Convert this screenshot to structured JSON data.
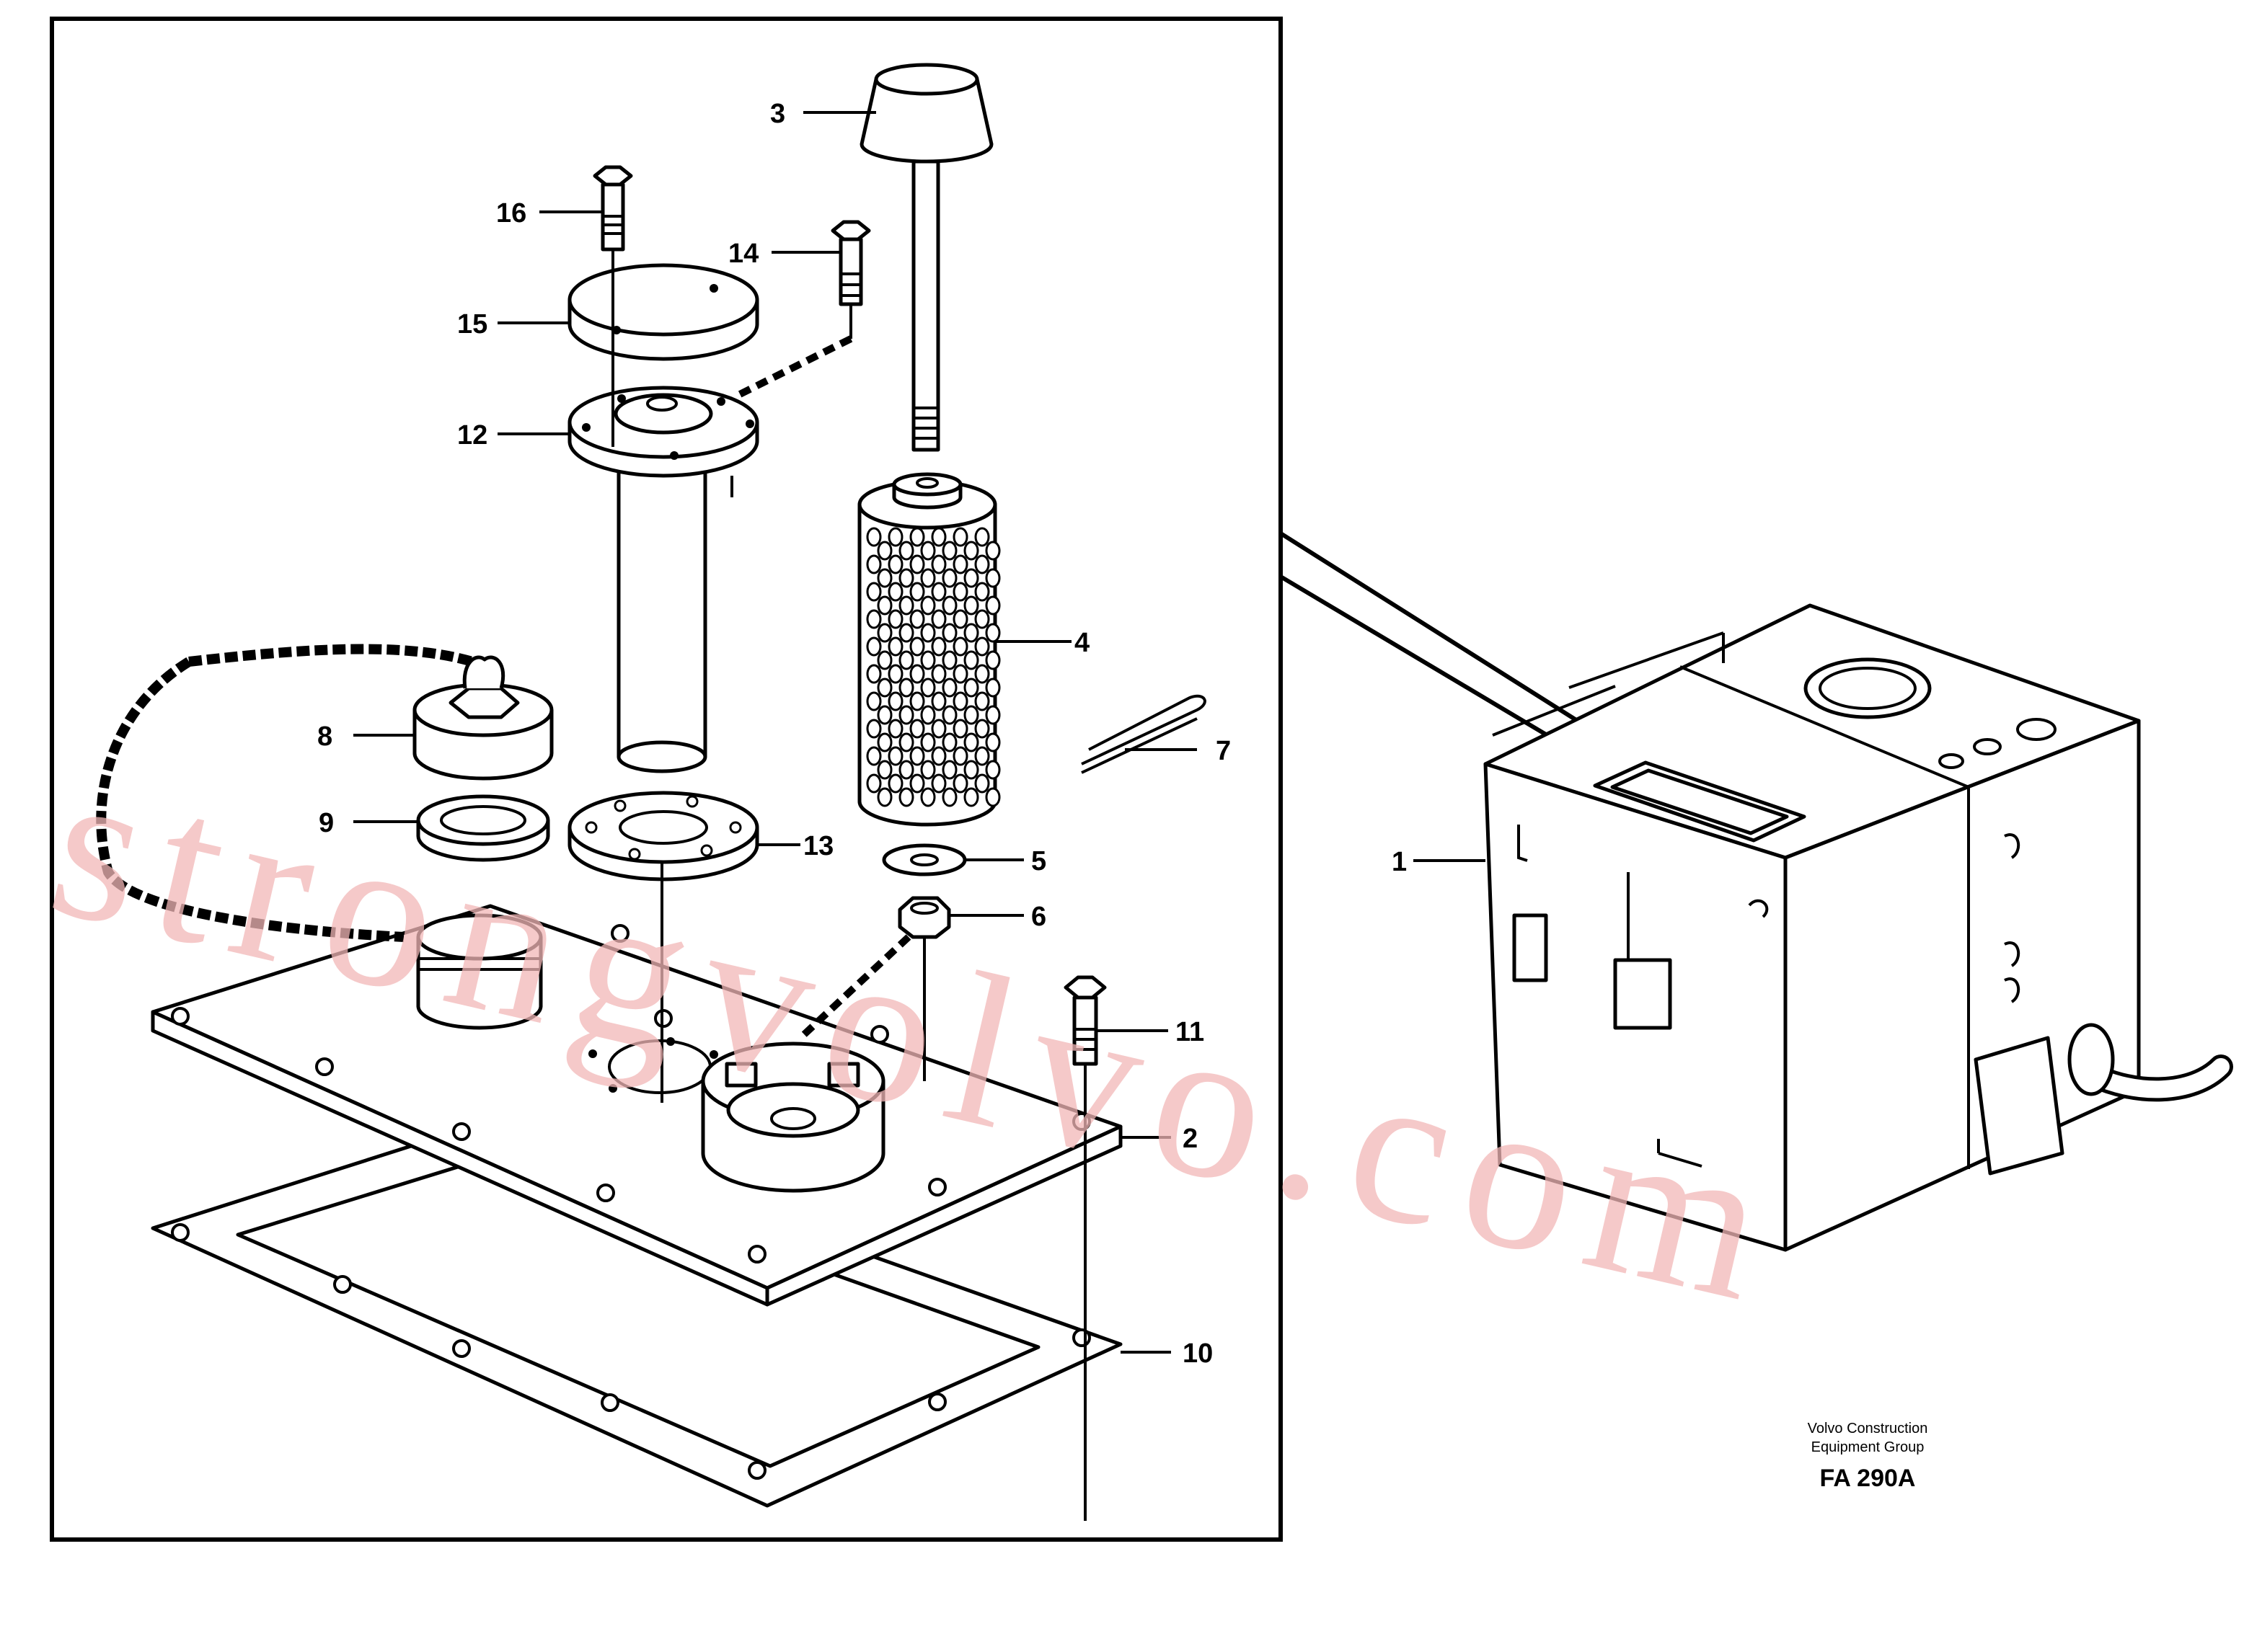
{
  "diagram": {
    "callouts": [
      "1",
      "2",
      "3",
      "4",
      "5",
      "6",
      "7",
      "8",
      "9",
      "10",
      "11",
      "12",
      "13",
      "14",
      "15",
      "16"
    ],
    "credit_line1": "Volvo Construction",
    "credit_line2": "Equipment Group",
    "figure_code": "FA 290A",
    "watermark": "strongvolvo.com"
  }
}
